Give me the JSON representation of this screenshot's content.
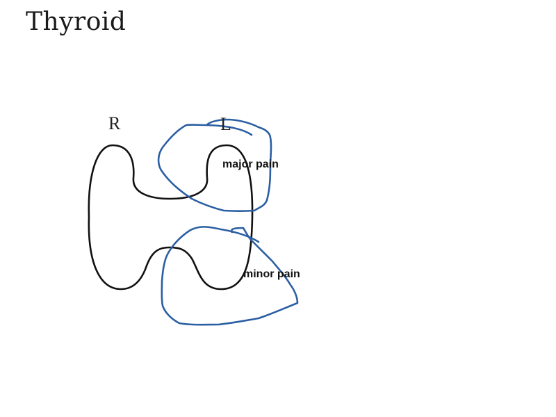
{
  "title": "Thyroid",
  "lobes": {
    "right_label": "R",
    "left_label": "L"
  },
  "annotations": {
    "major": "major pain",
    "minor": "minor pain"
  },
  "colors": {
    "outline": "#111111",
    "pen": "#2b5fa3"
  }
}
